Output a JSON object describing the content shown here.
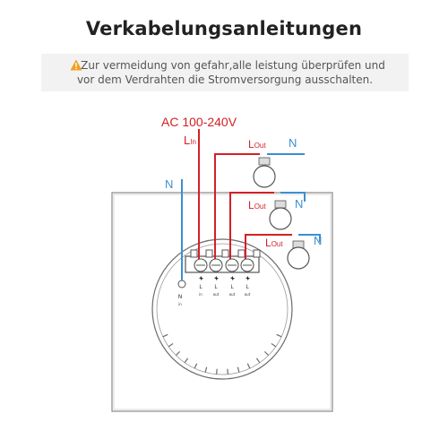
{
  "title": "Verkabelungsanleitungen",
  "warning": {
    "icon": "warning-triangle-icon",
    "line1": "Zur vermeidung von gefahr,alle leistung überprüfen und",
    "line2": "vor dem Verdrahten die Stromversorgung ausschalten."
  },
  "diagram": {
    "supply_label": "AC 100-240V",
    "lin_label": {
      "main": "L",
      "sub": "In"
    },
    "lout_label": {
      "main": "L",
      "sub": "Out"
    },
    "neutral_label": "N",
    "terminal_labels": [
      "N",
      "L",
      "L",
      "L"
    ],
    "terminal_sub_labels": [
      "in",
      "in",
      "out",
      "out",
      "out"
    ],
    "colors": {
      "live": "#d32027",
      "neutral": "#3c8fd0",
      "panel": "#8a8a8a"
    }
  }
}
